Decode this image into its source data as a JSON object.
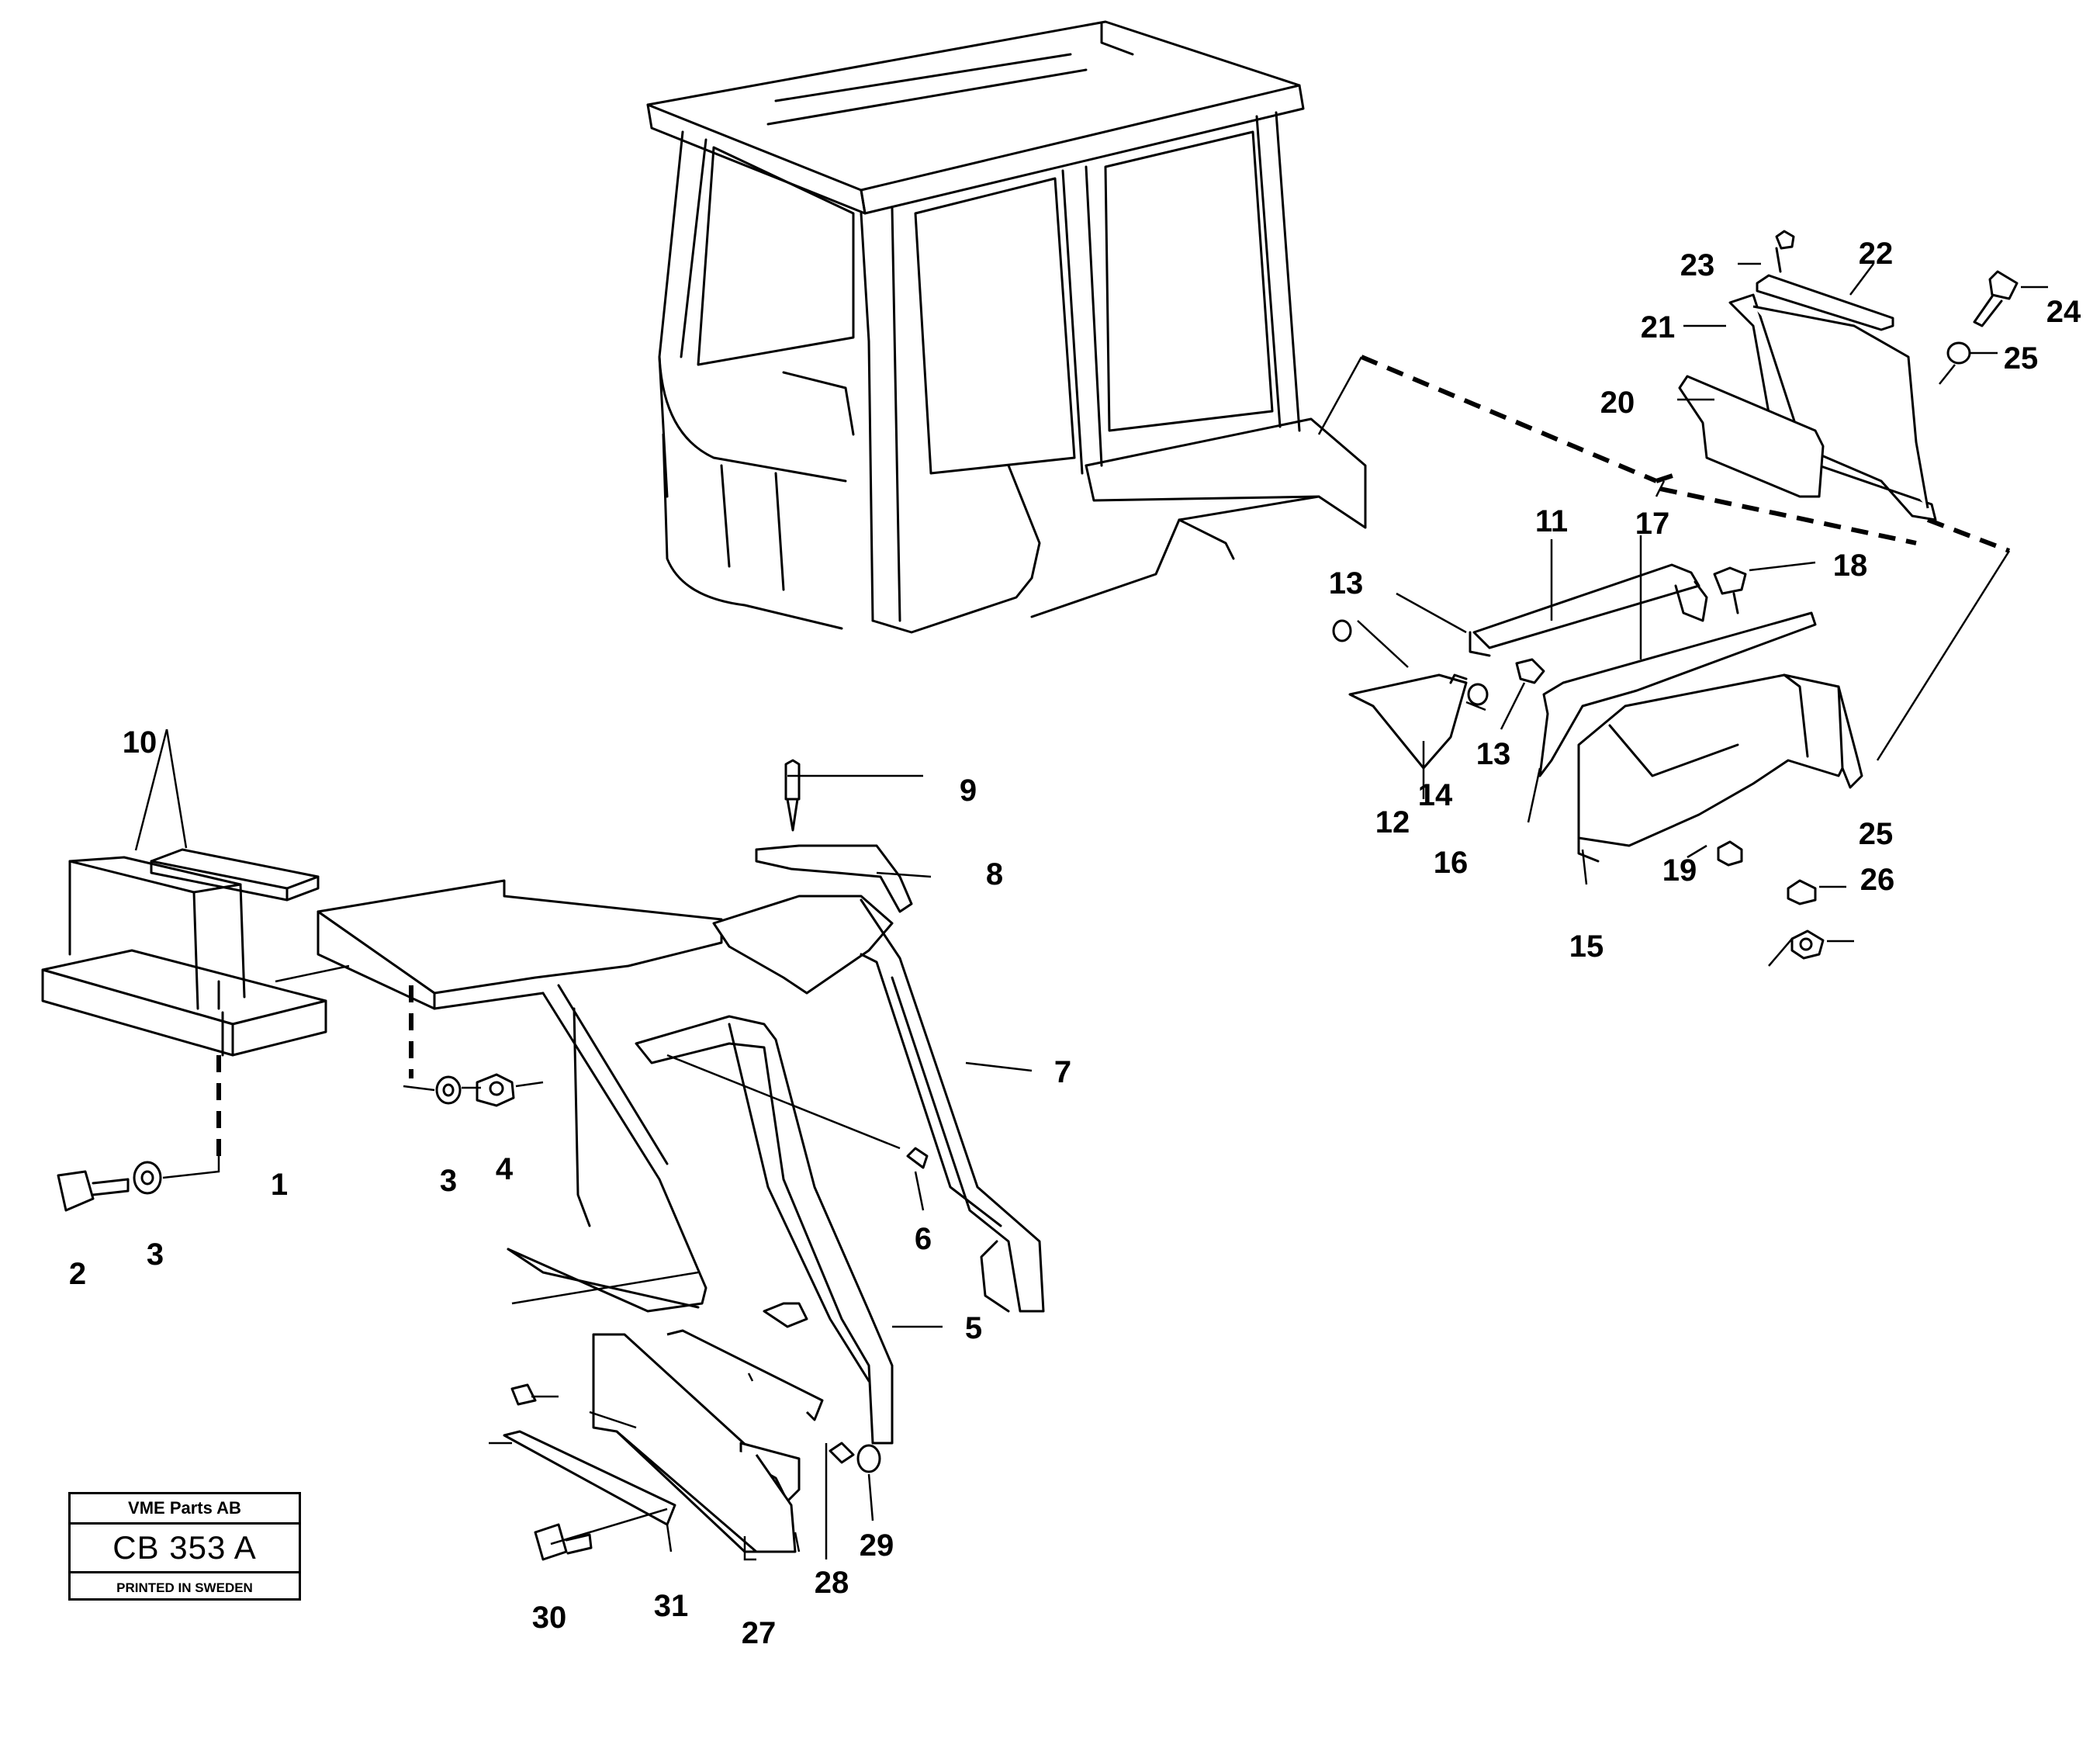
{
  "stamp": {
    "company": "VME Parts AB",
    "code": "CB 353 A",
    "printed": "PRINTED IN SWEDEN"
  },
  "callouts": {
    "c1": "1",
    "c2": "2",
    "c3a": "3",
    "c3b": "3",
    "c4": "4",
    "c5": "5",
    "c6": "6",
    "c7": "7",
    "c8": "8",
    "c9": "9",
    "c10": "10",
    "c11": "11",
    "c12": "12",
    "c13a": "13",
    "c13b": "13",
    "c14": "14",
    "c15": "15",
    "c16": "16",
    "c17": "17",
    "c18": "18",
    "c19": "19",
    "c20": "20",
    "c21": "21",
    "c22": "22",
    "c23": "23",
    "c24": "24",
    "c25a": "25",
    "c25b": "25",
    "c26": "26",
    "c27": "27",
    "c28": "28",
    "c29": "29",
    "c30": "30",
    "c31": "31"
  }
}
